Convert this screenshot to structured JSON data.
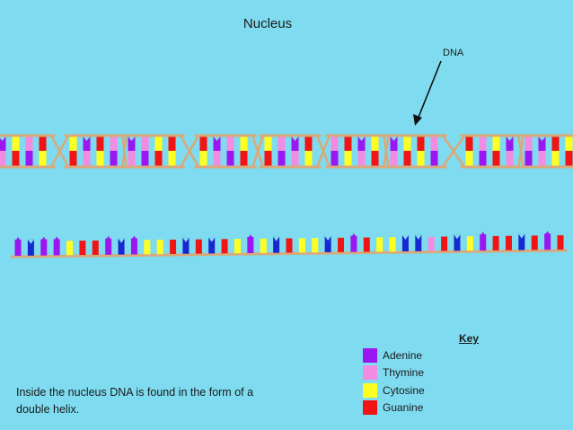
{
  "title": "Nucleus",
  "dna_label": "DNA",
  "caption": "Inside the nucleus DNA is found in the form of a double helix.",
  "key": {
    "heading": "Key",
    "items": [
      {
        "label": "Adenine",
        "color": "#9b16f0"
      },
      {
        "label": "Thymine",
        "color": "#f28ce2"
      },
      {
        "label": "Cytosine",
        "color": "#ffff21"
      },
      {
        "label": "Guanine",
        "color": "#f01414"
      }
    ]
  },
  "colors": {
    "background": "#7fdcf0",
    "backbone": "#d9a97a",
    "arrow": "#111111",
    "single_strand_dark": "#1828d0"
  }
}
